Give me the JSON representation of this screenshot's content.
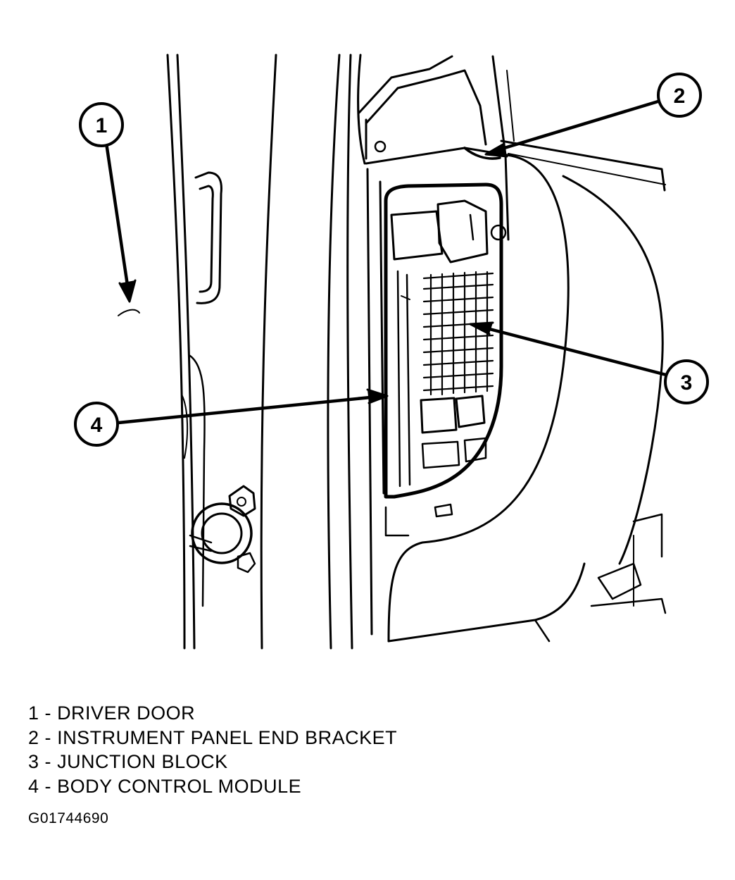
{
  "callouts": [
    {
      "number": "1",
      "label": "DRIVER DOOR"
    },
    {
      "number": "2",
      "label": "INSTRUMENT PANEL END BRACKET"
    },
    {
      "number": "3",
      "label": "JUNCTION BLOCK"
    },
    {
      "number": "4",
      "label": "BODY CONTROL MODULE"
    }
  ],
  "legend_separator": "-",
  "figure_id": "G01744690",
  "colors": {
    "ink": "#000000",
    "paper": "#ffffff"
  }
}
